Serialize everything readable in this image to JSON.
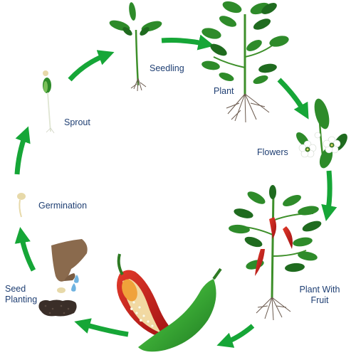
{
  "diagram": {
    "stages": {
      "seedling": "Seedling",
      "plant": "Plant",
      "flowers": "Flowers",
      "plant_with_fruit": [
        "Plant With",
        "Fruit"
      ],
      "seed_planting": [
        "Seed",
        "Planting"
      ],
      "germination": "Germination",
      "sprout": "Sprout"
    },
    "colors": {
      "arrow": "#16a637",
      "leaf": "#2e8b2a",
      "leaf_dark": "#1f6b1f",
      "stem": "#3d8f2a",
      "root": "#6b5a4e",
      "pepper_red": "#c8161b",
      "pepper_green": "#3aa935",
      "seed": "#e7d9a9",
      "hand": "#8a6a4d",
      "soil": "#3a2e28",
      "water": "#6fb3e0",
      "label": "#1f3f73"
    },
    "icons": [
      "arrow-icon",
      "seedling-icon",
      "plant-icon",
      "flower-icon",
      "fruiting-plant-icon",
      "pepper-icon",
      "hand-icon",
      "seed-icon",
      "water-drop-icon",
      "sprout-icon"
    ]
  }
}
